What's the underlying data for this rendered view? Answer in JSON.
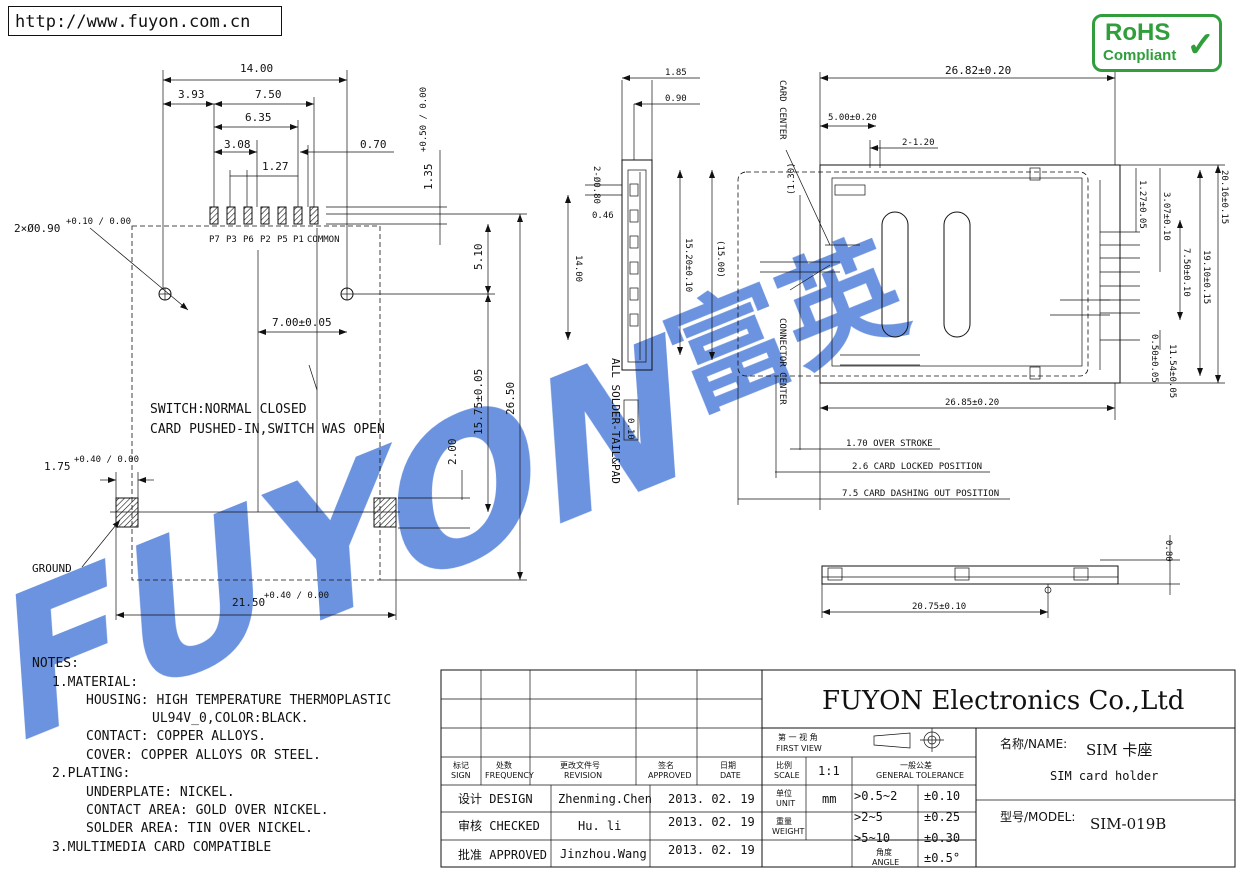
{
  "url": "http://www.fuyon.com.cn",
  "rohs": {
    "line1": "RoHS",
    "line2": "Compliant",
    "color": "#2f9e3b"
  },
  "watermark": {
    "text": "FUYON",
    "cjk": "富英",
    "color": "#3b6fd4"
  },
  "left_view": {
    "dims": {
      "d14": "14.00",
      "d393": "3.93",
      "d750": "7.50",
      "d635": "6.35",
      "d308": "3.08",
      "d127": "1.27",
      "d070": "0.70",
      "d135": "1.35",
      "d135tol": "+0.50 / 0.00",
      "hole": "2×Ø0.90",
      "holetol": "+0.10 / 0.00",
      "d510": "5.10",
      "d700": "7.00±0.05",
      "d1575": "15.75±0.05",
      "d2650": "26.50",
      "d200": "2.00",
      "d175": "1.75",
      "d175tol": "+0.40 / 0.00",
      "d2150": "21.50",
      "d2150tol": "+0.40 / 0.00"
    },
    "pins": [
      "P7",
      "P3",
      "P6",
      "P2",
      "P5",
      "P1",
      "COMMON"
    ],
    "switch_line1": "SWITCH:NORMAL CLOSED",
    "switch_line2": "CARD PUSHED-IN,SWITCH WAS OPEN",
    "ground": "GROUND"
  },
  "side_view": {
    "dims": {
      "d185": "1.85",
      "d090": "0.90",
      "d2x080": "2-Ø0.80",
      "d046": "0.46",
      "d1400": "14.00",
      "d1520": "15.20±0.10",
      "d1500": "(15.00)"
    },
    "solder_note": "ALL SOLDER-TAIL&PAD",
    "flat": "0.10"
  },
  "right_view": {
    "dims": {
      "d2682": "26.82±0.20",
      "d500": "5.00±0.20",
      "d2x120": "2-1.20",
      "d127": "1.27±0.05",
      "d307": "3.07±0.10",
      "d750": "7.50±0.10",
      "d1910": "19.10±0.15",
      "d2016": "20.16±0.15",
      "d050": "0.50±0.05",
      "d1154": "11.54±0.05",
      "d130": "(1.30)",
      "d2685": "26.85±0.20",
      "d170": "1.70 OVER STROKE",
      "d26": "2.6 CARD LOCKED POSITION",
      "d75": "7.5 CARD DASHING OUT POSITION",
      "d080": "0.80",
      "d2075": "20.75±0.10"
    },
    "card_center": "CARD CENTER",
    "connector_center": "CONNECTOR CENTER"
  },
  "notes": {
    "title": "NOTES:",
    "lines": [
      "1.MATERIAL:",
      "HOUSING: HIGH TEMPERATURE THERMOPLASTIC",
      "UL94V_0,COLOR:BLACK.",
      "CONTACT: COPPER ALLOYS.",
      "COVER: COPPER ALLOYS OR STEEL.",
      "2.PLATING:",
      "UNDERPLATE: NICKEL.",
      "CONTACT AREA: GOLD OVER NICKEL.",
      "SOLDER AREA: TIN OVER NICKEL.",
      "3.MULTIMEDIA CARD COMPATIBLE"
    ]
  },
  "title_block": {
    "company": "FUYON Electronics Co.,Ltd",
    "first_view_cn": "第 一 视 角",
    "first_view": "FIRST VIEW",
    "headers": [
      {
        "cn": "标记",
        "en": "SIGN"
      },
      {
        "cn": "处数",
        "en": "FREQUENCY"
      },
      {
        "cn": "更改文件号",
        "en": "REVISION"
      },
      {
        "cn": "签名",
        "en": "APPROVED"
      },
      {
        "cn": "日期",
        "en": "DATE"
      },
      {
        "cn": "比例",
        "en": "SCALE"
      }
    ],
    "scale": "1:1",
    "tol_header_cn": "一般公差",
    "tol_header_en": "GENERAL TOLERANCE",
    "rows": [
      {
        "label": "设计 DESIGN",
        "name": "Zhenming.Chen",
        "date": "2013. 02. 19"
      },
      {
        "label": "审核 CHECKED",
        "name": "Hu. li",
        "date": "2013. 02. 19"
      },
      {
        "label": "批准 APPROVED",
        "name": "Jinzhou.Wang",
        "date": "2013. 02. 19"
      }
    ],
    "unit_cn": "单位",
    "unit_en": "UNIT",
    "unit": "mm",
    "weight_cn": "重量",
    "weight_en": "WEIGHT",
    "tolerances": [
      {
        "range": ">0.5~2",
        "tol": "±0.10"
      },
      {
        "range": ">2~5",
        "tol": "±0.25"
      },
      {
        "range": ">5~10",
        "tol": "±0.30"
      }
    ],
    "angle_cn": "角度",
    "angle_en": "ANGLE",
    "angle_tol": "±0.5°",
    "name_label": "名称/NAME:",
    "name_cn": "SIM 卡座",
    "name_en": "SIM card holder",
    "model_label": "型号/MODEL:",
    "model": "SIM-019B"
  }
}
